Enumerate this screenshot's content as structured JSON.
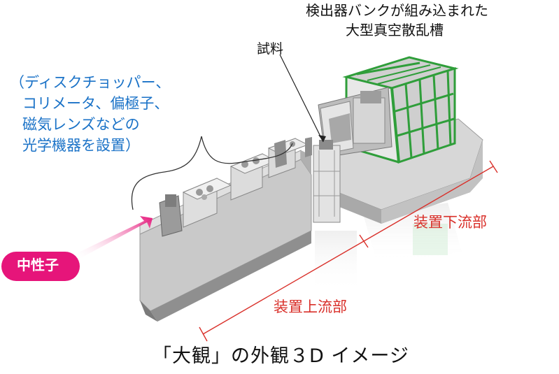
{
  "labels": {
    "detector_tank_line1": "検出器バンクが組み込まれた",
    "detector_tank_line2": "大型真空散乱槽",
    "sample": "試料",
    "optics_line1": "（ディスクチョッパー、",
    "optics_line2": "コリメータ、偏極子、",
    "optics_line3": "磁気レンズなどの",
    "optics_line4": "光学機器を設置）",
    "neutron": "中性子",
    "downstream": "装置下流部",
    "upstream": "装置上流部",
    "caption": "「大観」の外観３D イメージ"
  },
  "colors": {
    "callout_blue": "#1a72c7",
    "label_red": "#d9302a",
    "neutron_magenta": "#e6157a",
    "frame_green": "#2f9e3a",
    "body_gray": "#bdbdbd"
  }
}
